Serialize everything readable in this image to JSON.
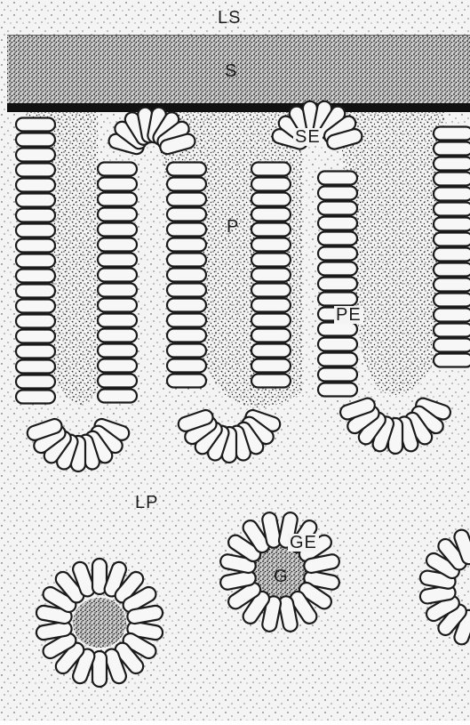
{
  "labels": {
    "lumen_surface": "LS",
    "surface_layer": "S",
    "surface_epithelium": "SE",
    "pit": "P",
    "pit_epithelium": "PE",
    "lamina_propria": "LP",
    "gland_epithelium": "GE",
    "gland": "G"
  },
  "colors": {
    "ink": "#1a1a1a",
    "cell_fill": "#f7f7f7",
    "background": "#f4f4f4"
  }
}
